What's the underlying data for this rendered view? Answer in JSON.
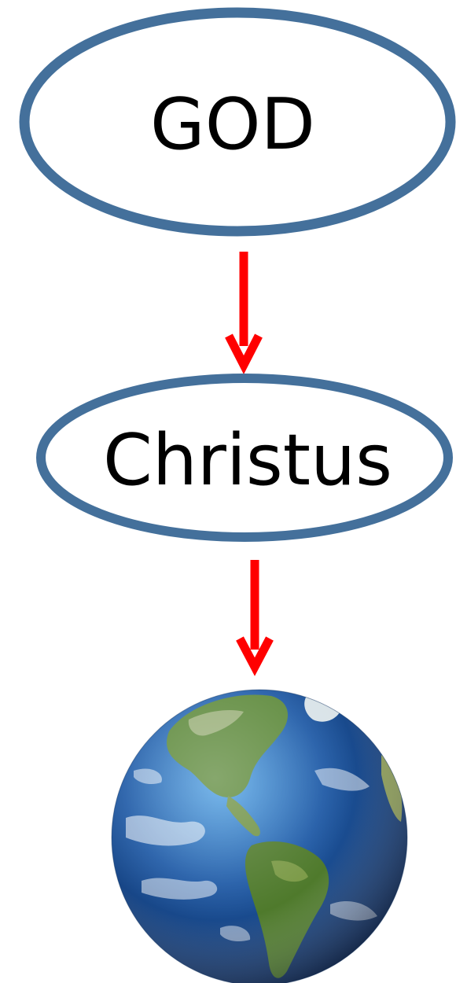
{
  "diagram": {
    "nodes": [
      {
        "id": "god",
        "label": "GOD"
      },
      {
        "id": "christus",
        "label": "Christus"
      },
      {
        "id": "earth",
        "icon": "earth-globe-icon"
      }
    ],
    "edges": [
      {
        "from": "god",
        "to": "christus"
      },
      {
        "from": "christus",
        "to": "earth"
      }
    ]
  },
  "colors": {
    "node_border": "#44709B",
    "arrow": "#FF0000",
    "ocean": "#1F5AA6",
    "land": "#5E8A3C"
  }
}
